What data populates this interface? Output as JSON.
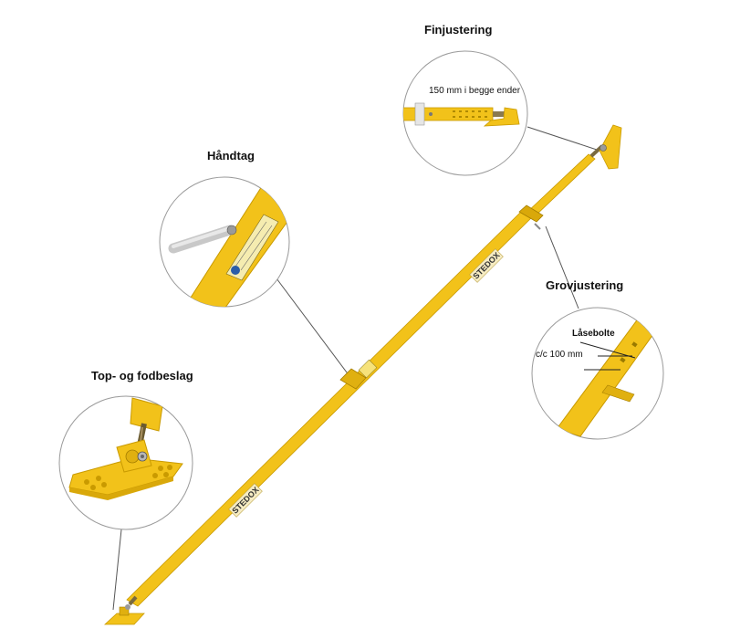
{
  "callouts": {
    "finjustering": {
      "title": "Finjustering",
      "note": "150 mm i begge ender"
    },
    "haandtag": {
      "title": "Håndtag"
    },
    "grovjustering": {
      "title": "Grovjustering",
      "lock_label": "Låsebolte",
      "spacing_label": "c/c 100 mm"
    },
    "beslag": {
      "title": "Top- og fodbeslag"
    }
  },
  "product": {
    "brand": "STEDOX"
  },
  "colors": {
    "prop_yellow": "#f2c21a",
    "prop_edge": "#c99a00",
    "steel": "#8a8a8a",
    "leader_line": "#555555",
    "circle_stroke": "#9a9a9a"
  }
}
